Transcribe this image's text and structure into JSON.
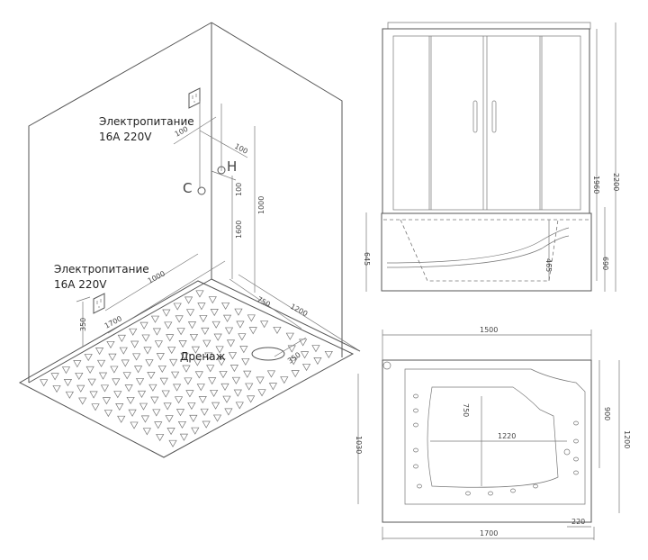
{
  "iso_view": {
    "power_top": {
      "line1": "Электропитание",
      "line2": "16A 220V"
    },
    "power_bottom": {
      "line1": "Электропитание",
      "line2": "16A 220V"
    },
    "drain_label": "Дренаж",
    "hot_label": "H",
    "cold_label": "C",
    "dims": {
      "d100a": "100",
      "d100b": "100",
      "d100c": "100",
      "d1600": "1600",
      "d1000v": "1000",
      "d1000h": "1000",
      "d1700": "1700",
      "d350v": "350",
      "d750": "750",
      "d1200": "1200",
      "d350d": "350"
    }
  },
  "front_view": {
    "dims": {
      "d1960": "1960",
      "d2200": "2200",
      "d645": "645",
      "d465": "465",
      "d690": "690"
    }
  },
  "top_view": {
    "dims": {
      "d1500": "1500",
      "d750": "750",
      "d1220": "1220",
      "d900": "900",
      "d1200": "1200",
      "d1030": "1030",
      "d220": "220",
      "d1700": "1700"
    }
  }
}
